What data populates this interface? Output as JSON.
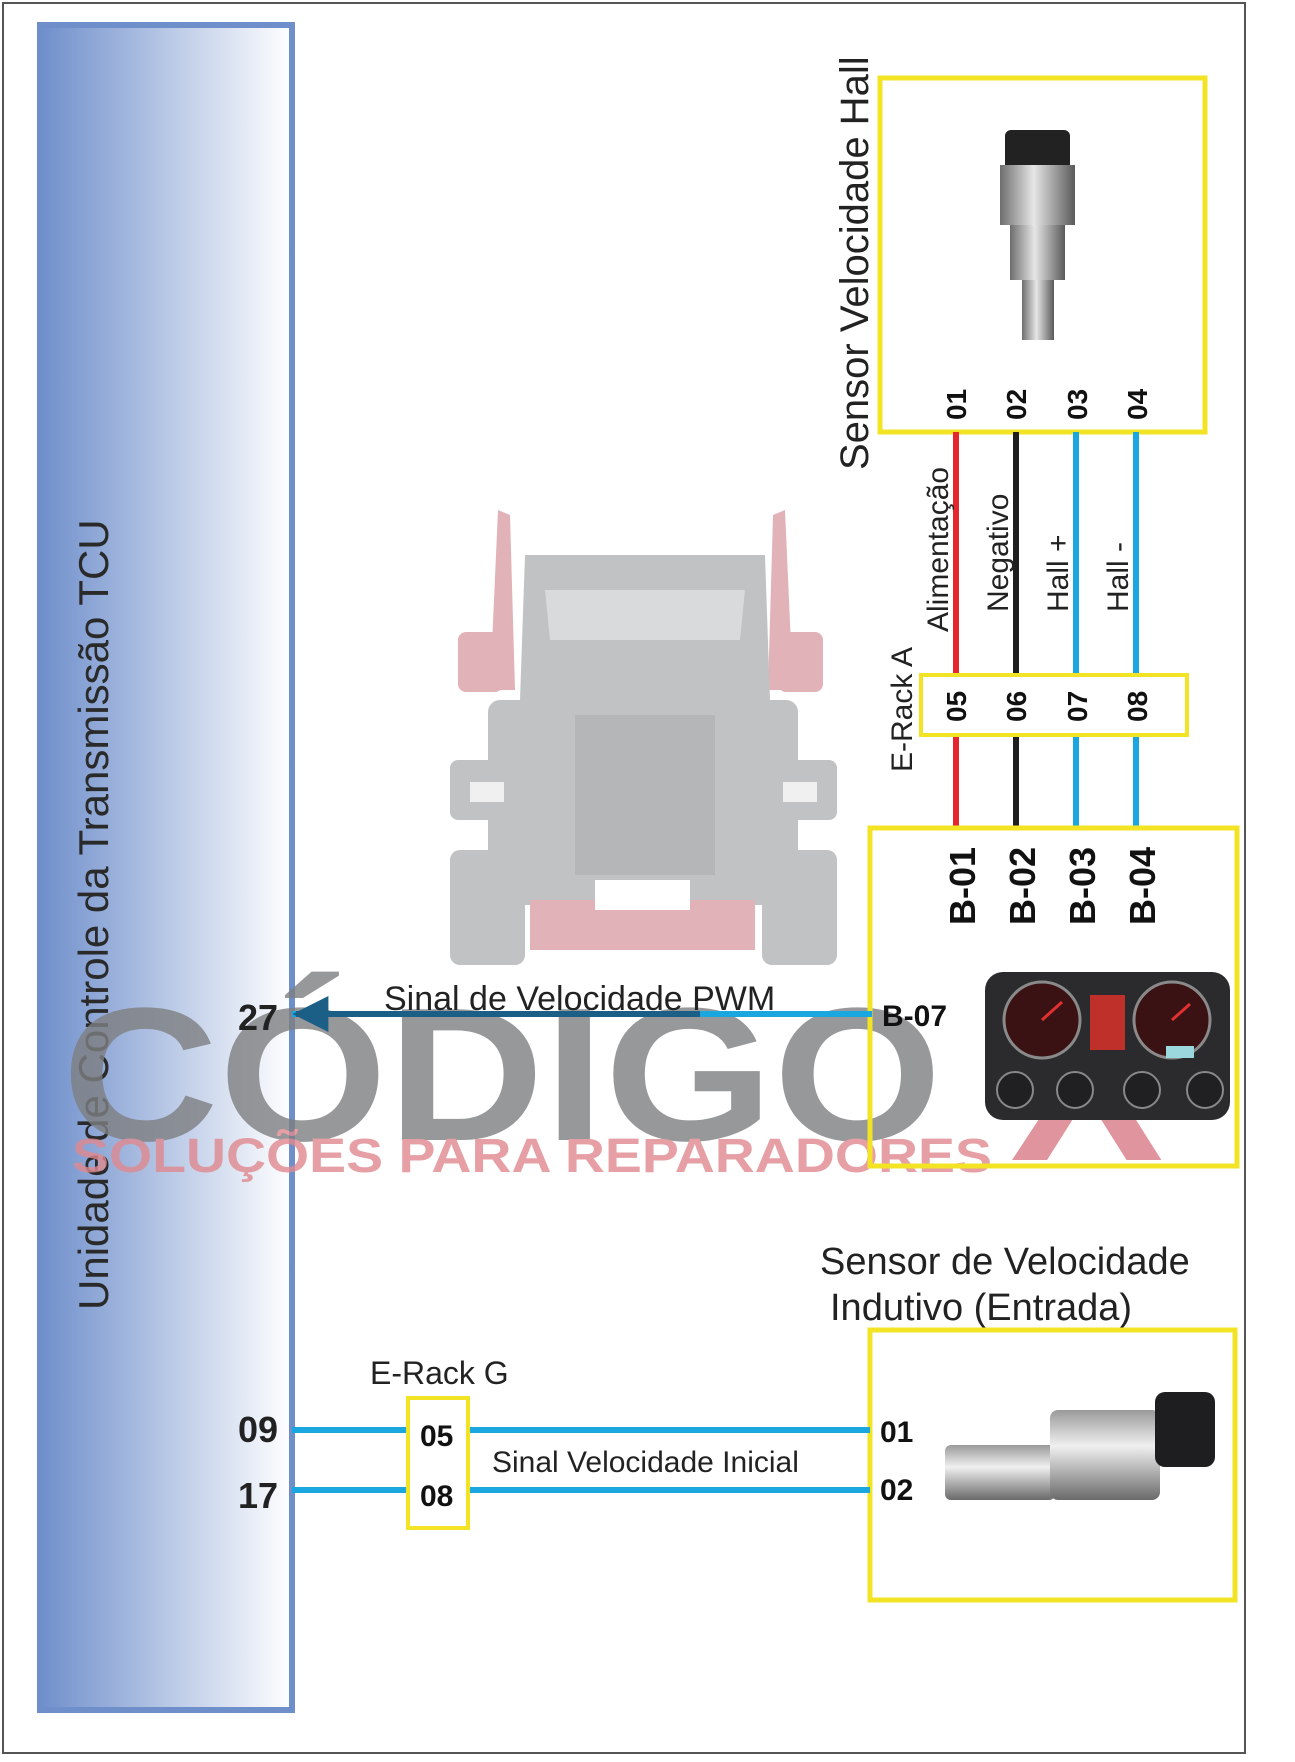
{
  "tcu": {
    "title": "Unidade de Controle da Transmissão TCU"
  },
  "watermark": {
    "brand": "CÓDIGO",
    "brand_x": "X",
    "tagline": "SOLUÇÕES PARA REPARADORES"
  },
  "hall_sensor": {
    "title": "Sensor Velocidade Hall",
    "pins": [
      "01",
      "02",
      "03",
      "04"
    ],
    "wire_labels": [
      "Alimentação",
      "Negativo",
      "Hall +",
      "Hall -"
    ]
  },
  "erack_a": {
    "label": "E-Rack A",
    "pins": [
      "05",
      "06",
      "07",
      "08"
    ]
  },
  "cluster": {
    "pins": [
      "B-01",
      "B-02",
      "B-03",
      "B-04"
    ],
    "output_pin": "B-07"
  },
  "pwm_signal": {
    "label": "Sinal de Velocidade PWM",
    "tcu_pin": "27"
  },
  "inductive_sensor": {
    "title_line1": "Sensor de Velocidade",
    "title_line2": "Indutivo (Entrada)",
    "pins": [
      "01",
      "02"
    ]
  },
  "erack_g": {
    "label": "E-Rack G",
    "pins": [
      "05",
      "08"
    ]
  },
  "initial_signal": {
    "label": "Sinal Velocidade Inicial",
    "tcu_pins": [
      "09",
      "17"
    ]
  },
  "colors": {
    "wire_red": "#e5262c",
    "wire_black": "#1e1e1e",
    "wire_blue": "#1aa7df",
    "box_yellow": "#f2e424",
    "tcu_blue": "#6f8fcb",
    "arrow_dark": "#1b5f86"
  }
}
